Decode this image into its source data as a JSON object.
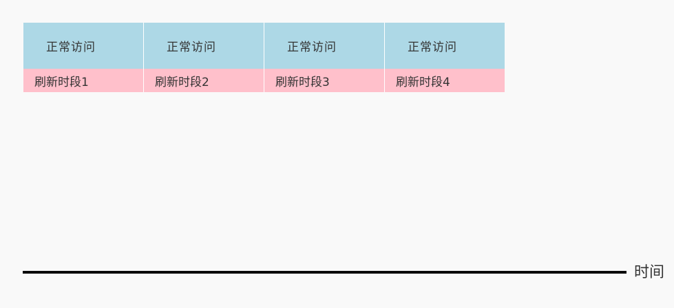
{
  "diagram": {
    "columns": [
      {
        "access_label": "正常访问",
        "refresh_label": "刷新时段1"
      },
      {
        "access_label": "正常访问",
        "refresh_label": "刷新时段2"
      },
      {
        "access_label": "正常访问",
        "refresh_label": "刷新时段3"
      },
      {
        "access_label": "正常访问",
        "refresh_label": "刷新时段4"
      }
    ],
    "axis": {
      "label": "时间"
    },
    "colors": {
      "background": "#f9f9f9",
      "access_fill": "#add8e6",
      "refresh_fill": "#ffc0cb",
      "axis_line": "#0a0a0a",
      "text": "#333333"
    }
  }
}
